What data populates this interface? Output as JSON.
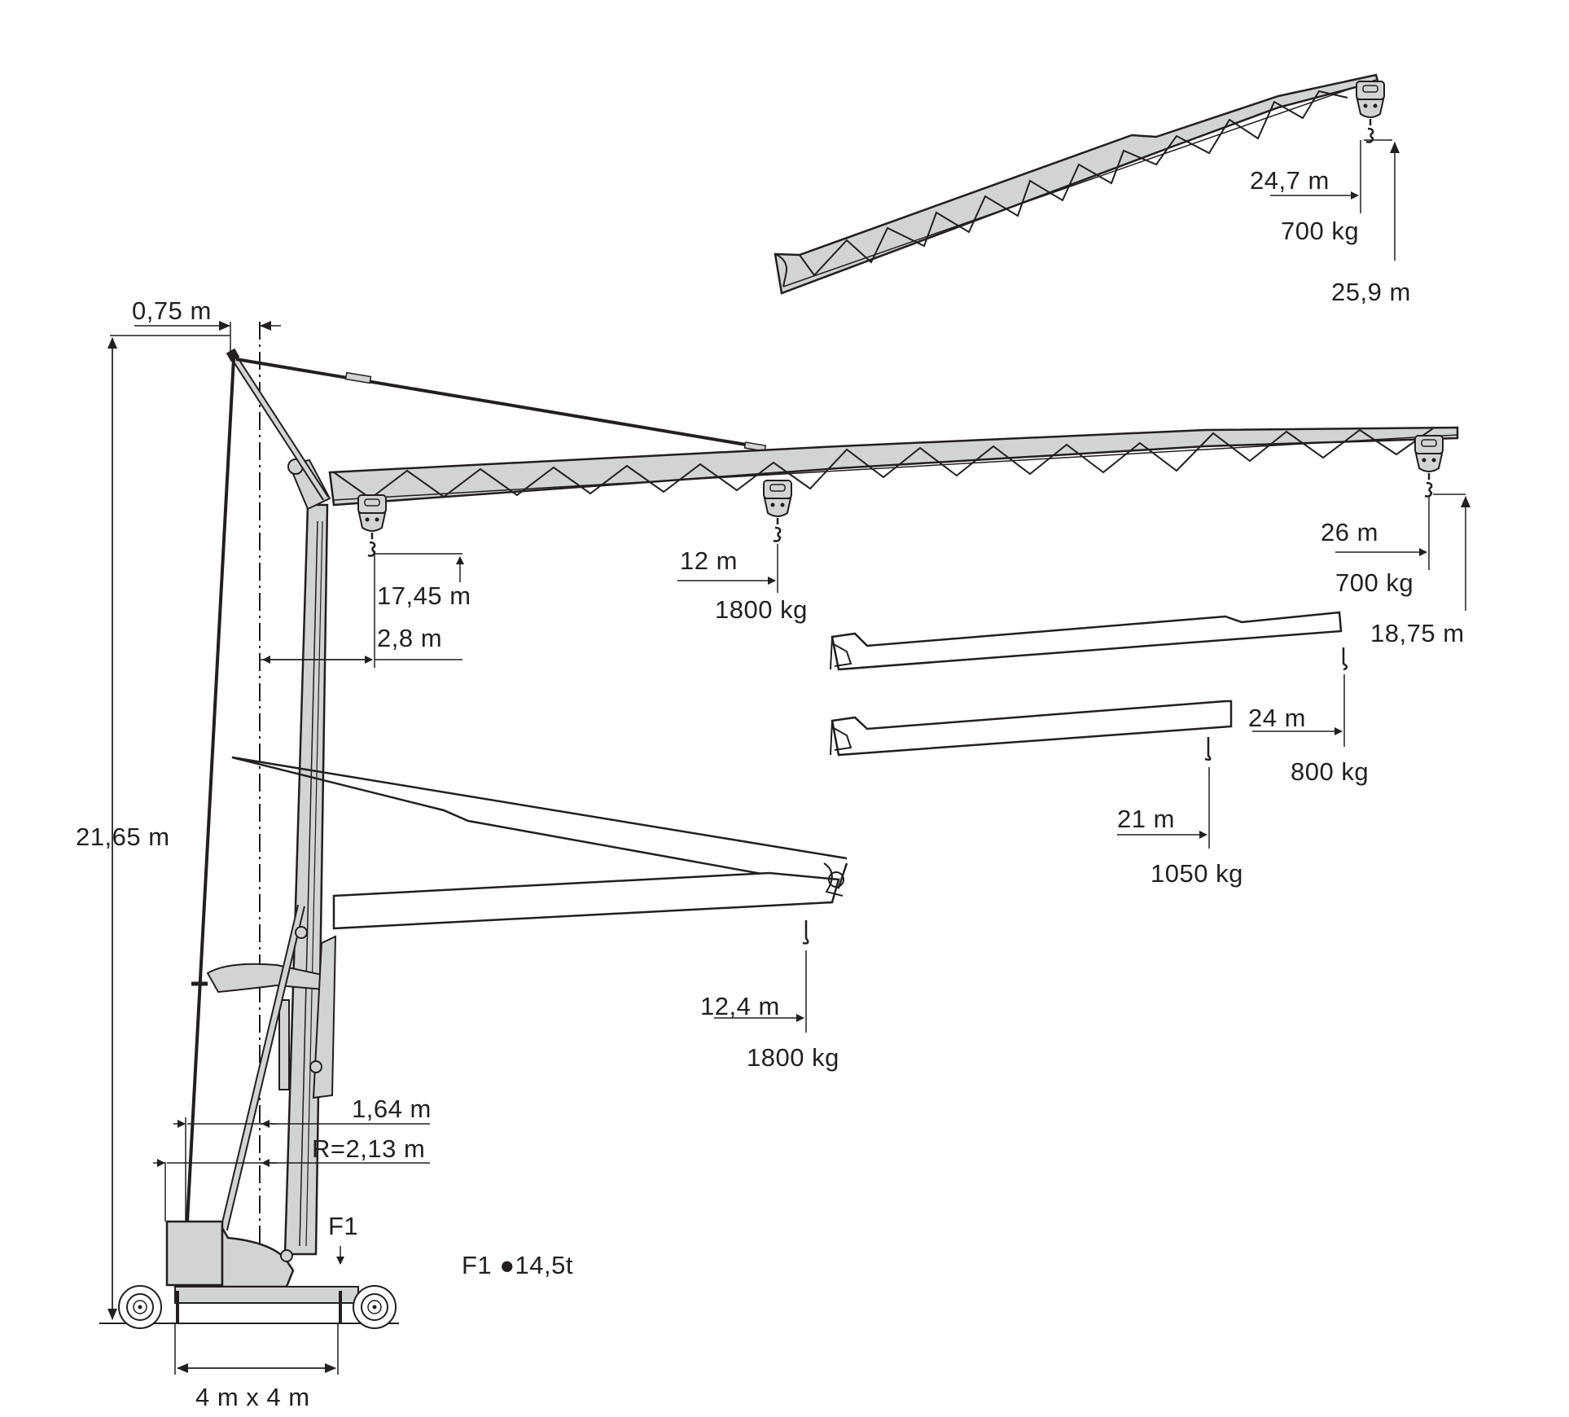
{
  "diagram": {
    "subject": "Self-erecting tower crane — dimensions and load chart",
    "colors": {
      "line": "#231f20",
      "fill": "#d1d3d4",
      "background": "#ffffff"
    }
  },
  "dimensions": {
    "jib_offset": "0,75 m",
    "total_height": "21,65 m",
    "hook_height_min": "17,45 m",
    "min_radius": "2,8 m",
    "tower_offset": "1,64 m",
    "tail_radius": "R=2,13 m",
    "base": "4 m x 4 m"
  },
  "configurations": [
    {
      "name": "inclined-jib",
      "radius": "24,7 m",
      "load": "700 kg",
      "hook_height": "25,9 m"
    },
    {
      "name": "horizontal-jib-mid",
      "radius": "12 m",
      "load": "1800 kg"
    },
    {
      "name": "horizontal-jib-tip",
      "radius": "26 m",
      "load": "700 kg",
      "hook_height": "18,75 m"
    },
    {
      "name": "reduced-jib-24",
      "radius": "24 m",
      "load": "800 kg"
    },
    {
      "name": "reduced-jib-21",
      "radius": "21 m",
      "load": "1050 kg"
    },
    {
      "name": "folded-jib",
      "radius": "12,4 m",
      "load": "1800 kg"
    }
  ],
  "support_force": {
    "arrow_label": "F1",
    "legend_label": "F1",
    "legend_symbol": "●",
    "legend_value": "14,5t"
  }
}
